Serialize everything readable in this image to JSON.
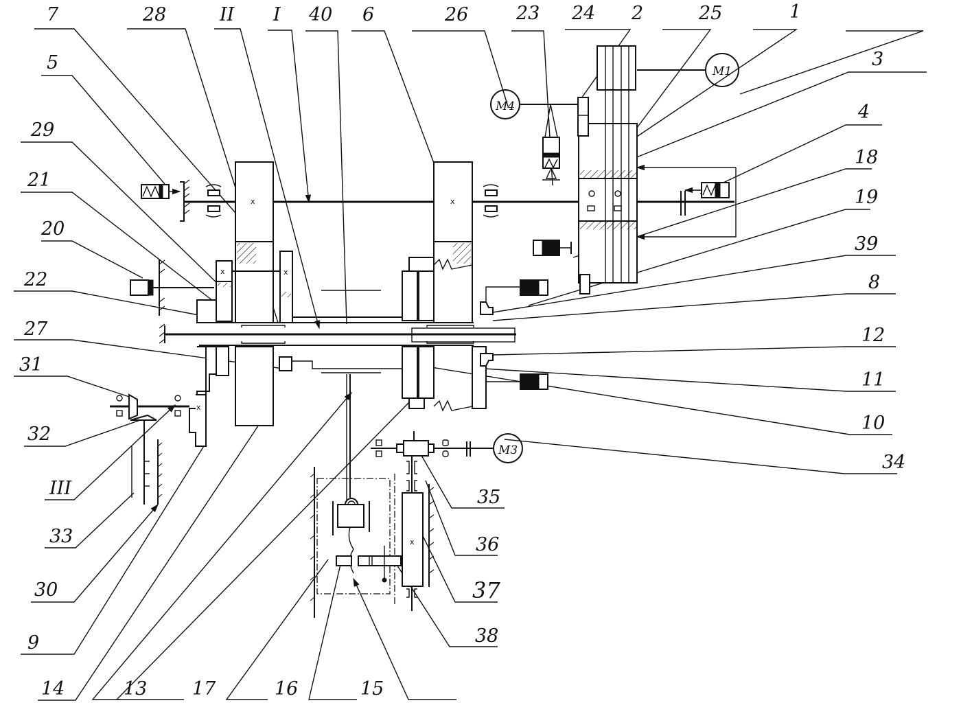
{
  "diagram": {
    "title": "Kinematic scheme",
    "motors": [
      {
        "id": "M1",
        "label": "M1"
      },
      {
        "id": "M3",
        "label": "M3"
      },
      {
        "id": "M4",
        "label": "M4"
      }
    ],
    "shaft_labels": {
      "I": "I",
      "II": "II",
      "III": "III"
    },
    "gear_mark": "x",
    "callouts": {
      "top": [
        "7",
        "28",
        "II",
        "I",
        "40",
        "6",
        "26",
        "23",
        "24",
        "2",
        "25",
        "1"
      ],
      "left": [
        "5",
        "29",
        "21",
        "20",
        "22",
        "27",
        "31",
        "32",
        "III",
        "33",
        "30",
        "9"
      ],
      "right": [
        "3",
        "4",
        "18",
        "19",
        "39",
        "8",
        "12",
        "11",
        "10",
        "34",
        "35",
        "36",
        "37",
        "38"
      ],
      "bottom": [
        "14",
        "13",
        "17",
        "16",
        "15"
      ]
    },
    "labels": {
      "n1": "1",
      "n2": "2",
      "n3": "3",
      "n4": "4",
      "n5": "5",
      "n6": "6",
      "n7": "7",
      "n8": "8",
      "n9": "9",
      "n10": "10",
      "n11": "11",
      "n12": "12",
      "n13": "13",
      "n14": "14",
      "n15": "15",
      "n16": "16",
      "n17": "17",
      "n18": "18",
      "n19": "19",
      "n20": "20",
      "n21": "21",
      "n22": "22",
      "n23": "23",
      "n24": "24",
      "n25": "25",
      "n26": "26",
      "n27": "27",
      "n28": "28",
      "n29": "29",
      "n30": "30",
      "n31": "31",
      "n32": "32",
      "n33": "33",
      "n34": "34",
      "n35": "35",
      "n36": "36",
      "n37": "37",
      "n38": "38",
      "n39": "39",
      "n40": "40",
      "sI": "I",
      "sII": "II",
      "sIII": "III"
    }
  }
}
